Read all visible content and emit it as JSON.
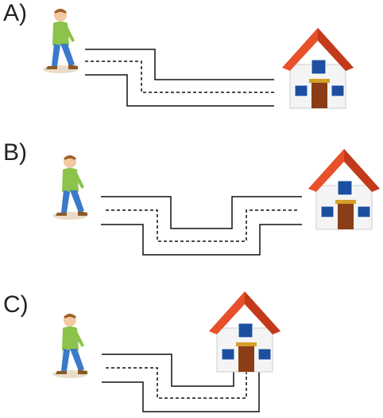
{
  "panels": [
    {
      "label": "A)"
    },
    {
      "label": "B)"
    },
    {
      "label": "C)"
    }
  ],
  "colors": {
    "roof": "#e8502a",
    "roof_dark": "#c23a1a",
    "wall": "#f4f4f4",
    "door": "#8a3d16",
    "window": "#1d4fa0",
    "shirt": "#8cc34a",
    "pants": "#3b7ac9",
    "skin": "#f2c9a0",
    "hair": "#a0622a",
    "path_line": "#111111"
  }
}
